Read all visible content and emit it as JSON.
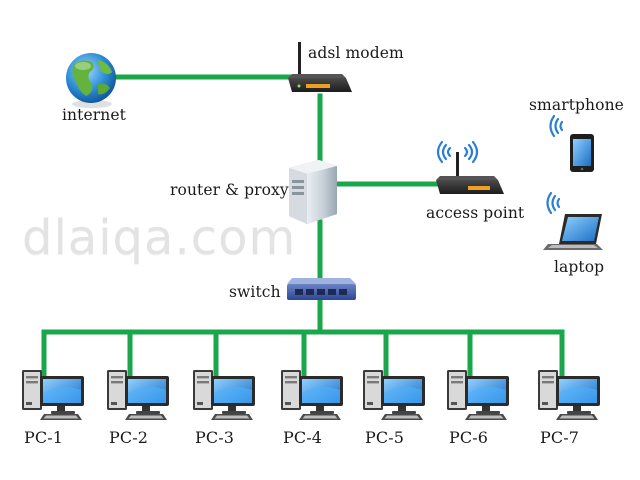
{
  "watermark": "dlaiqa.com",
  "labels": {
    "internet": "internet",
    "adsl_modem": "adsl modem",
    "router_proxy": "router & proxy",
    "access_point": "access point",
    "switch": "switch",
    "smartphone": "smartphone",
    "laptop": "laptop"
  },
  "pcs": [
    "PC-1",
    "PC-2",
    "PC-3",
    "PC-4",
    "PC-5",
    "PC-6",
    "PC-7"
  ],
  "colors": {
    "link": "#1aa64a",
    "wifi": "#2a7fd4",
    "device_dark": "#2b2b2b",
    "screen_blue": "#2e8fe0"
  },
  "icons": {
    "internet": "globe-icon",
    "adsl_modem": "modem-icon",
    "router_proxy": "server-tower-icon",
    "access_point": "wireless-router-icon",
    "switch": "network-switch-icon",
    "smartphone": "smartphone-icon",
    "laptop": "laptop-icon",
    "pc": "desktop-pc-icon"
  }
}
